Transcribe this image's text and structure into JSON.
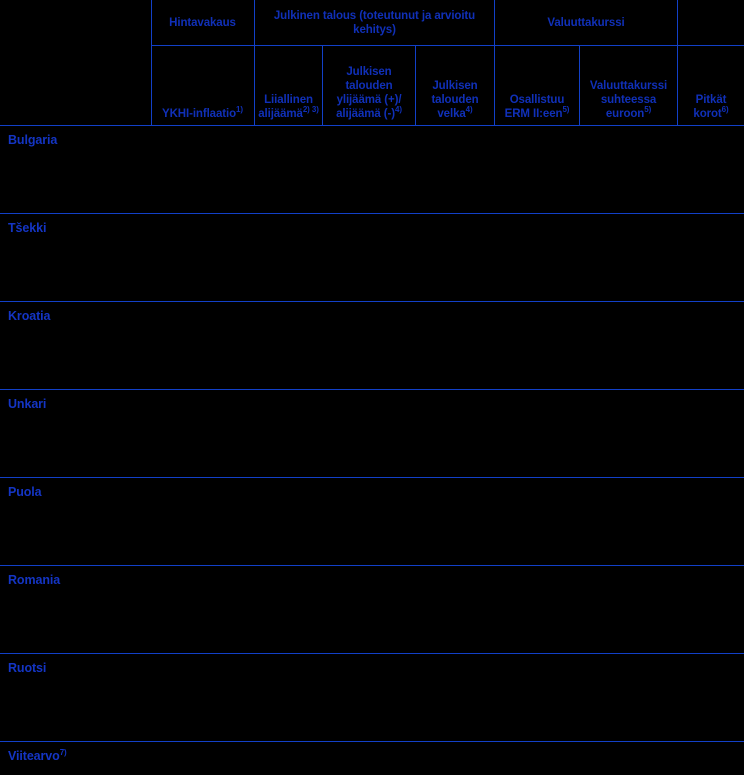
{
  "table": {
    "title": "",
    "colors": {
      "background": "#000000",
      "rule": "#1240c8",
      "header_text": "#1030b8",
      "body_text": "#1435c4"
    },
    "header": {
      "corner_label": "",
      "groups": [
        {
          "id": "hintavakaus",
          "label": "Hintavakaus"
        },
        {
          "id": "julkinen-talous",
          "label": "Julkinen talous (toteutunut ja arvioitu kehitys)"
        },
        {
          "id": "valuuttakurssi",
          "label": "Valuuttakurssi"
        },
        {
          "id": "pitkat-korot",
          "label": ""
        }
      ],
      "columns": [
        {
          "id": "ykhi-inflaatio",
          "label": "YKHI-inflaatio",
          "note": "1)"
        },
        {
          "id": "liiallinen-alijaama",
          "label": "Liiallinen alijäämä",
          "note": "2) 3)"
        },
        {
          "id": "julkisen-talouden-ylijaama",
          "label": "Julkisen talouden ylijäämä (+)/ alijäämä (-)",
          "note": "4)"
        },
        {
          "id": "julkisen-talouden-velka",
          "label": "Julkisen talouden velka",
          "note": "4)"
        },
        {
          "id": "osallistuu-erm-ii",
          "label": "Osallistuu ERM II:een",
          "note": "5)"
        },
        {
          "id": "valuuttakurssi-suhteessa-euroon",
          "label": "Valuuttakurssi suhteessa euroon",
          "note": "5)"
        },
        {
          "id": "pitkat-korot",
          "label": "Pitkät korot",
          "note": "6)"
        }
      ]
    },
    "rows": [
      {
        "id": "bulgaria",
        "label": "Bulgaria",
        "note": "",
        "values": [
          "",
          "",
          "",
          "",
          "",
          "",
          ""
        ]
      },
      {
        "id": "tsekki",
        "label": "Tšekki",
        "note": "",
        "values": [
          "",
          "",
          "",
          "",
          "",
          "",
          ""
        ]
      },
      {
        "id": "kroatia",
        "label": "Kroatia",
        "note": "",
        "values": [
          "",
          "",
          "",
          "",
          "",
          "",
          ""
        ]
      },
      {
        "id": "unkari",
        "label": "Unkari",
        "note": "",
        "values": [
          "",
          "",
          "",
          "",
          "",
          "",
          ""
        ]
      },
      {
        "id": "puola",
        "label": "Puola",
        "note": "",
        "values": [
          "",
          "",
          "",
          "",
          "",
          "",
          ""
        ]
      },
      {
        "id": "romania",
        "label": "Romania",
        "note": "",
        "values": [
          "",
          "",
          "",
          "",
          "",
          "",
          ""
        ]
      },
      {
        "id": "ruotsi",
        "label": "Ruotsi",
        "note": "",
        "values": [
          "",
          "",
          "",
          "",
          "",
          "",
          ""
        ]
      },
      {
        "id": "viitearvo",
        "label": "Viitearvo",
        "note": "7)",
        "values": [
          "",
          "",
          "",
          "",
          "",
          "",
          ""
        ]
      }
    ]
  }
}
